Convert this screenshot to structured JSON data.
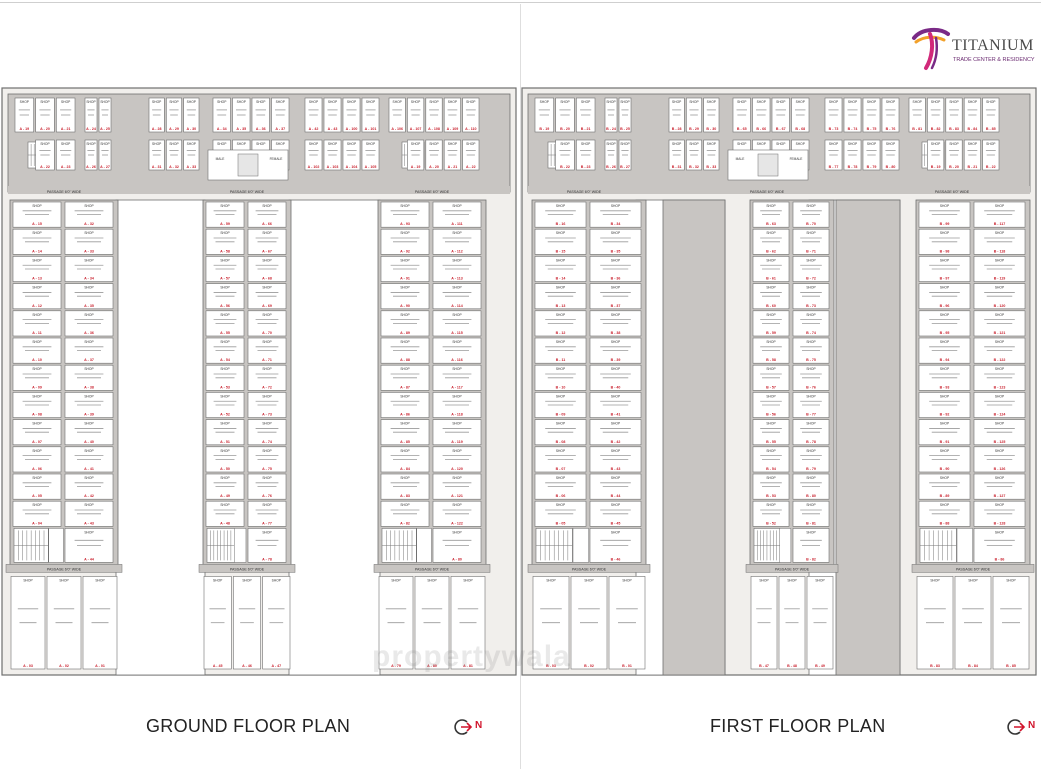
{
  "brand": {
    "name": "TITANIUM",
    "tagline": "TRADE CENTER & RESIDENCY",
    "colors": {
      "purple": "#7a2a86",
      "orange": "#f2a12a",
      "magenta": "#d1297a"
    }
  },
  "colors": {
    "plan_fill": "#f1efec",
    "passage": "#c8c5c2",
    "wall": "#6f6f6f",
    "shop_fill": "#ffffff",
    "shop_label": "#c81d2a",
    "north_arrow": "#d1142c"
  },
  "icons": {
    "north_arrow": "north-arrow-icon",
    "stairs": "stairs-icon",
    "lift": "lift-icon",
    "toilet": "toilet-icon"
  },
  "watermark": "propertywala",
  "plans": [
    {
      "title": "GROUND FLOOR PLAN",
      "north": "N",
      "passage_label": "PASSAGE 6'0\" WIDE",
      "top_labels": [
        "A - 19",
        "A - 20",
        "A - 21",
        "A - 22",
        "A - 23",
        "A - 24",
        "A - 25",
        "A - 26",
        "A - 27",
        "A - 28",
        "A - 29",
        "A - 30",
        "A - 31",
        "A - 32",
        "A - 33",
        "A - 34",
        "A - 35",
        "A - 36",
        "A - 37",
        "A - 38",
        "A - 39",
        "A - 40",
        "A - 41",
        "A - 42",
        "A - 43",
        "A - 100",
        "A - 101",
        "A - 102",
        "A - 103",
        "A - 104",
        "A - 105",
        "A - 106",
        "A - 107",
        "A - 108",
        "A - 109",
        "A - 110"
      ],
      "wings": [
        {
          "left": [
            "A - 15",
            "A - 14",
            "A - 13",
            "A - 12",
            "A - 11",
            "A - 10",
            "A - 09",
            "A - 08",
            "A - 07",
            "A - 06",
            "A - 05",
            "A - 04"
          ],
          "right": [
            "A - 32",
            "A - 33",
            "A - 34",
            "A - 35",
            "A - 36",
            "A - 37",
            "A - 38",
            "A - 39",
            "A - 40",
            "A - 41",
            "A - 42",
            "A - 43"
          ],
          "end": "A - 44",
          "bottom": [
            "A - 03",
            "A - 02",
            "A - 01"
          ]
        },
        {
          "left": [
            "A - 59",
            "A - 58",
            "A - 57",
            "A - 56",
            "A - 55",
            "A - 54",
            "A - 53",
            "A - 52",
            "A - 51",
            "A - 50",
            "A - 49",
            "A - 48"
          ],
          "right": [
            "A - 66",
            "A - 67",
            "A - 68",
            "A - 69",
            "A - 70",
            "A - 71",
            "A - 72",
            "A - 73",
            "A - 74",
            "A - 75",
            "A - 76",
            "A - 77"
          ],
          "end": "A - 78",
          "bottom": [
            "A - 45",
            "A - 46",
            "A - 47"
          ]
        },
        {
          "left": [
            "A - 93",
            "A - 92",
            "A - 91",
            "A - 90",
            "A - 89",
            "A - 88",
            "A - 87",
            "A - 86",
            "A - 85",
            "A - 84",
            "A - 83",
            "A - 82"
          ],
          "right": [
            "A - 111",
            "A - 112",
            "A - 113",
            "A - 114",
            "A - 115",
            "A - 116",
            "A - 117",
            "A - 118",
            "A - 119",
            "A - 120",
            "A - 121",
            "A - 122"
          ],
          "end": "A - 80",
          "bottom": [
            "A - 79",
            "A - 80",
            "A - 81"
          ]
        }
      ]
    },
    {
      "title": "FIRST FLOOR PLAN",
      "north": "N",
      "passage_label": "PASSAGE 6'0\" WIDE",
      "top_labels": [
        "B - 19",
        "B - 20",
        "B - 21",
        "B - 22",
        "B - 23",
        "B - 24",
        "B - 25",
        "B - 26",
        "B - 27",
        "B - 28",
        "B - 29",
        "B - 30",
        "B - 31",
        "B - 32",
        "B - 33",
        "B - 65",
        "B - 66",
        "B - 67",
        "B - 68",
        "B - 69",
        "B - 70",
        "B - 71",
        "B - 72",
        "B - 73",
        "B - 74",
        "B - 75",
        "B - 76",
        "B - 77",
        "B - 78",
        "B - 79",
        "B - 80",
        "B - 81",
        "B - 82",
        "B - 83",
        "B - 84",
        "B - 85"
      ],
      "wings": [
        {
          "left": [
            "B - 16",
            "B - 15",
            "B - 14",
            "B - 13",
            "B - 12",
            "B - 11",
            "B - 10",
            "B - 09",
            "B - 08",
            "B - 07",
            "B - 06",
            "B - 05"
          ],
          "right": [
            "B - 34",
            "B - 35",
            "B - 36",
            "B - 37",
            "B - 38",
            "B - 39",
            "B - 40",
            "B - 41",
            "B - 42",
            "B - 43",
            "B - 44",
            "B - 45"
          ],
          "end": "B - 46",
          "bottom": [
            "B - 03",
            "B - 02",
            "B - 01"
          ]
        },
        {
          "left": [
            "B - 63",
            "B - 62",
            "B - 61",
            "B - 60",
            "B - 59",
            "B - 58",
            "B - 57",
            "B - 56",
            "B - 55",
            "B - 54",
            "B - 53",
            "B - 52"
          ],
          "right": [
            "B - 70",
            "B - 71",
            "B - 72",
            "B - 73",
            "B - 74",
            "B - 75",
            "B - 76",
            "B - 77",
            "B - 78",
            "B - 79",
            "B - 80",
            "B - 81"
          ],
          "end": "B - 82",
          "bottom": [
            "B - 47",
            "B - 48",
            "B - 49"
          ]
        },
        {
          "left": [
            "B - 99",
            "B - 98",
            "B - 97",
            "B - 96",
            "B - 95",
            "B - 94",
            "B - 93",
            "B - 92",
            "B - 91",
            "B - 90",
            "B - 89",
            "B - 88"
          ],
          "right": [
            "B - 117",
            "B - 118",
            "B - 119",
            "B - 120",
            "B - 121",
            "B - 122",
            "B - 123",
            "B - 124",
            "B - 125",
            "B - 126",
            "B - 127",
            "B - 128"
          ],
          "end": "B - 86",
          "bottom": [
            "B - 83",
            "B - 84",
            "B - 85"
          ]
        }
      ]
    }
  ]
}
